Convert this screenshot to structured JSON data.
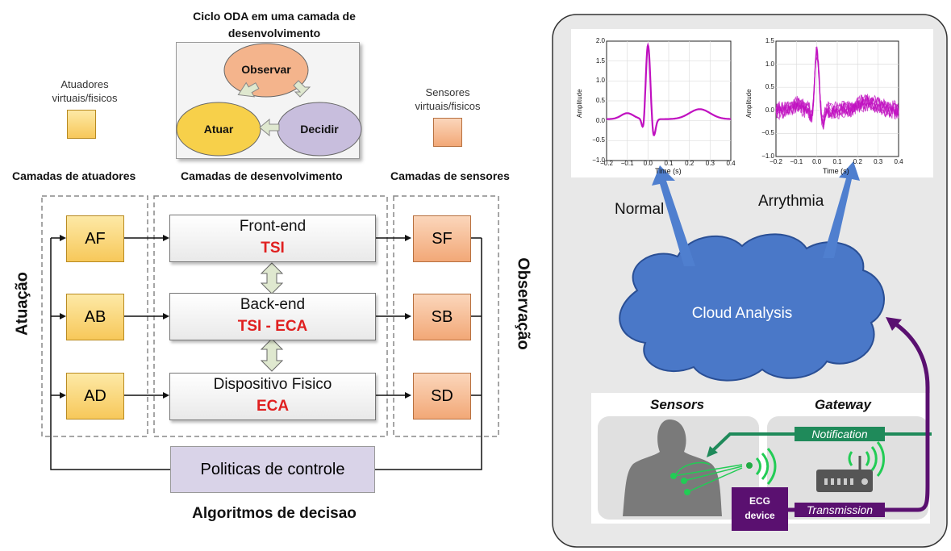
{
  "left": {
    "oda_title_line1": "Ciclo ODA em uma camada de",
    "oda_title_line2": "desenvolvimento",
    "oda": {
      "observe": "Observar",
      "act": "Atuar",
      "decide": "Decidir"
    },
    "legend_actuators_line1": "Atuadores",
    "legend_actuators_line2": "virtuais/fisicos",
    "legend_sensors_line1": "Sensores",
    "legend_sensors_line2": "virtuais/fisicos",
    "header_actuators": "Camadas de atuadores",
    "header_dev": "Camadas de desenvolvimento",
    "header_sensors": "Camadas de sensores",
    "actuators": [
      "AF",
      "AB",
      "AD"
    ],
    "sensors": [
      "SF",
      "SB",
      "SD"
    ],
    "layers": [
      {
        "name": "Front-end",
        "tag": "TSI"
      },
      {
        "name": "Back-end",
        "tag": "TSI - ECA"
      },
      {
        "name": "Dispositivo Fisico",
        "tag": "ECA"
      }
    ],
    "side_left": "Atuação",
    "side_right": "Observação",
    "policies": "Politicas de controle",
    "footer": "Algoritmos de decisao"
  },
  "right": {
    "label_normal": "Normal",
    "label_arrythmia": "Arrythmia",
    "cloud": "Cloud Analysis",
    "sensors_title": "Sensors",
    "gateway_title": "Gateway",
    "notification": "Notification",
    "transmission": "Transmission",
    "ecg_line1": "ECG",
    "ecg_line2": "device",
    "plot_normal": {
      "ylabel": "Amplitude",
      "xlabel": "Time (s)",
      "yticks": [
        "2.0",
        "1.5",
        "1.0",
        "0.5",
        "0.0",
        "−0.5",
        "−1.0"
      ],
      "xticks": [
        "−0.2",
        "−0.1",
        "0.0",
        "0.1",
        "0.2",
        "0.3",
        "0.4"
      ]
    },
    "plot_arr": {
      "ylabel": "Amplitude",
      "xlabel": "Time (s)",
      "yticks": [
        "1.5",
        "1.0",
        "0.5",
        "0.0",
        "−0.5",
        "−1.0"
      ],
      "xticks": [
        "−0.2",
        "−0.1",
        "0.0",
        "0.1",
        "0.2",
        "0.3",
        "0.4"
      ]
    },
    "colors": {
      "trace": "#c010c0",
      "cloud": "#4a78c8",
      "arrow_blue": "#4f7fcf",
      "purple": "#5a1070",
      "green": "#1f8a5a"
    }
  }
}
